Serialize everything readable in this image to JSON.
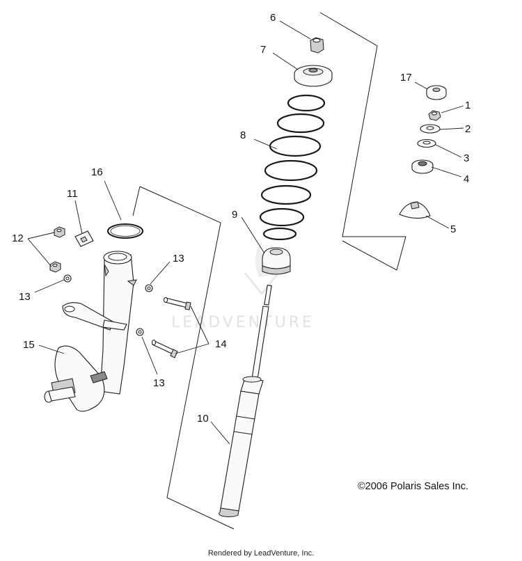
{
  "watermark": "LEADVENTURE",
  "copyright": "©2006 Polaris Sales Inc.",
  "render_credit": "Rendered by LeadVenture, Inc.",
  "callouts": [
    {
      "id": "callout-6",
      "label": "6"
    },
    {
      "id": "callout-7",
      "label": "7"
    },
    {
      "id": "callout-8",
      "label": "8"
    },
    {
      "id": "callout-9",
      "label": "9"
    },
    {
      "id": "callout-10",
      "label": "10"
    },
    {
      "id": "callout-17",
      "label": "17"
    },
    {
      "id": "callout-1",
      "label": "1"
    },
    {
      "id": "callout-2",
      "label": "2"
    },
    {
      "id": "callout-3",
      "label": "3"
    },
    {
      "id": "callout-4",
      "label": "4"
    },
    {
      "id": "callout-5",
      "label": "5"
    },
    {
      "id": "callout-16",
      "label": "16"
    },
    {
      "id": "callout-11",
      "label": "11"
    },
    {
      "id": "callout-12",
      "label": "12"
    },
    {
      "id": "callout-13a",
      "label": "13"
    },
    {
      "id": "callout-13b",
      "label": "13"
    },
    {
      "id": "callout-13c",
      "label": "13"
    },
    {
      "id": "callout-14",
      "label": "14"
    },
    {
      "id": "callout-15",
      "label": "15"
    }
  ]
}
